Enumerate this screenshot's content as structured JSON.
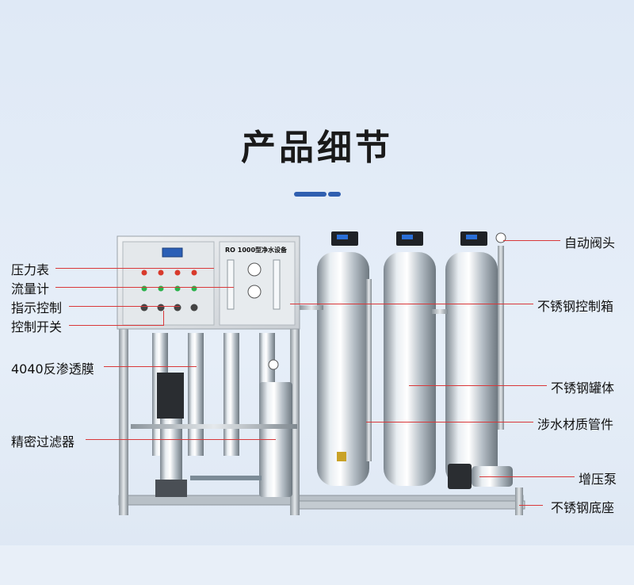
{
  "header": {
    "title": "产品细节"
  },
  "panel": {
    "title": "RO 1000型净水设备"
  },
  "colors": {
    "accent": "#2f5fb0",
    "leader": "#d9383a"
  },
  "labels_left": [
    {
      "id": "pressure-gauge",
      "text": "压力表"
    },
    {
      "id": "flow-meter",
      "text": "流量计"
    },
    {
      "id": "indicator-control",
      "text": "指示控制"
    },
    {
      "id": "control-switch",
      "text": "控制开关"
    },
    {
      "id": "ro-membrane",
      "text": "4040反渗透膜"
    },
    {
      "id": "precision-filter",
      "text": "精密过滤器"
    }
  ],
  "labels_right": [
    {
      "id": "auto-valve-head",
      "text": "自动阀头"
    },
    {
      "id": "stainless-control-box",
      "text": "不锈钢控制箱"
    },
    {
      "id": "stainless-tank",
      "text": "不锈钢罐体"
    },
    {
      "id": "water-pipe-fittings",
      "text": "涉水材质管件"
    },
    {
      "id": "booster-pump",
      "text": "增压泵"
    },
    {
      "id": "stainless-base",
      "text": "不锈钢底座"
    }
  ]
}
